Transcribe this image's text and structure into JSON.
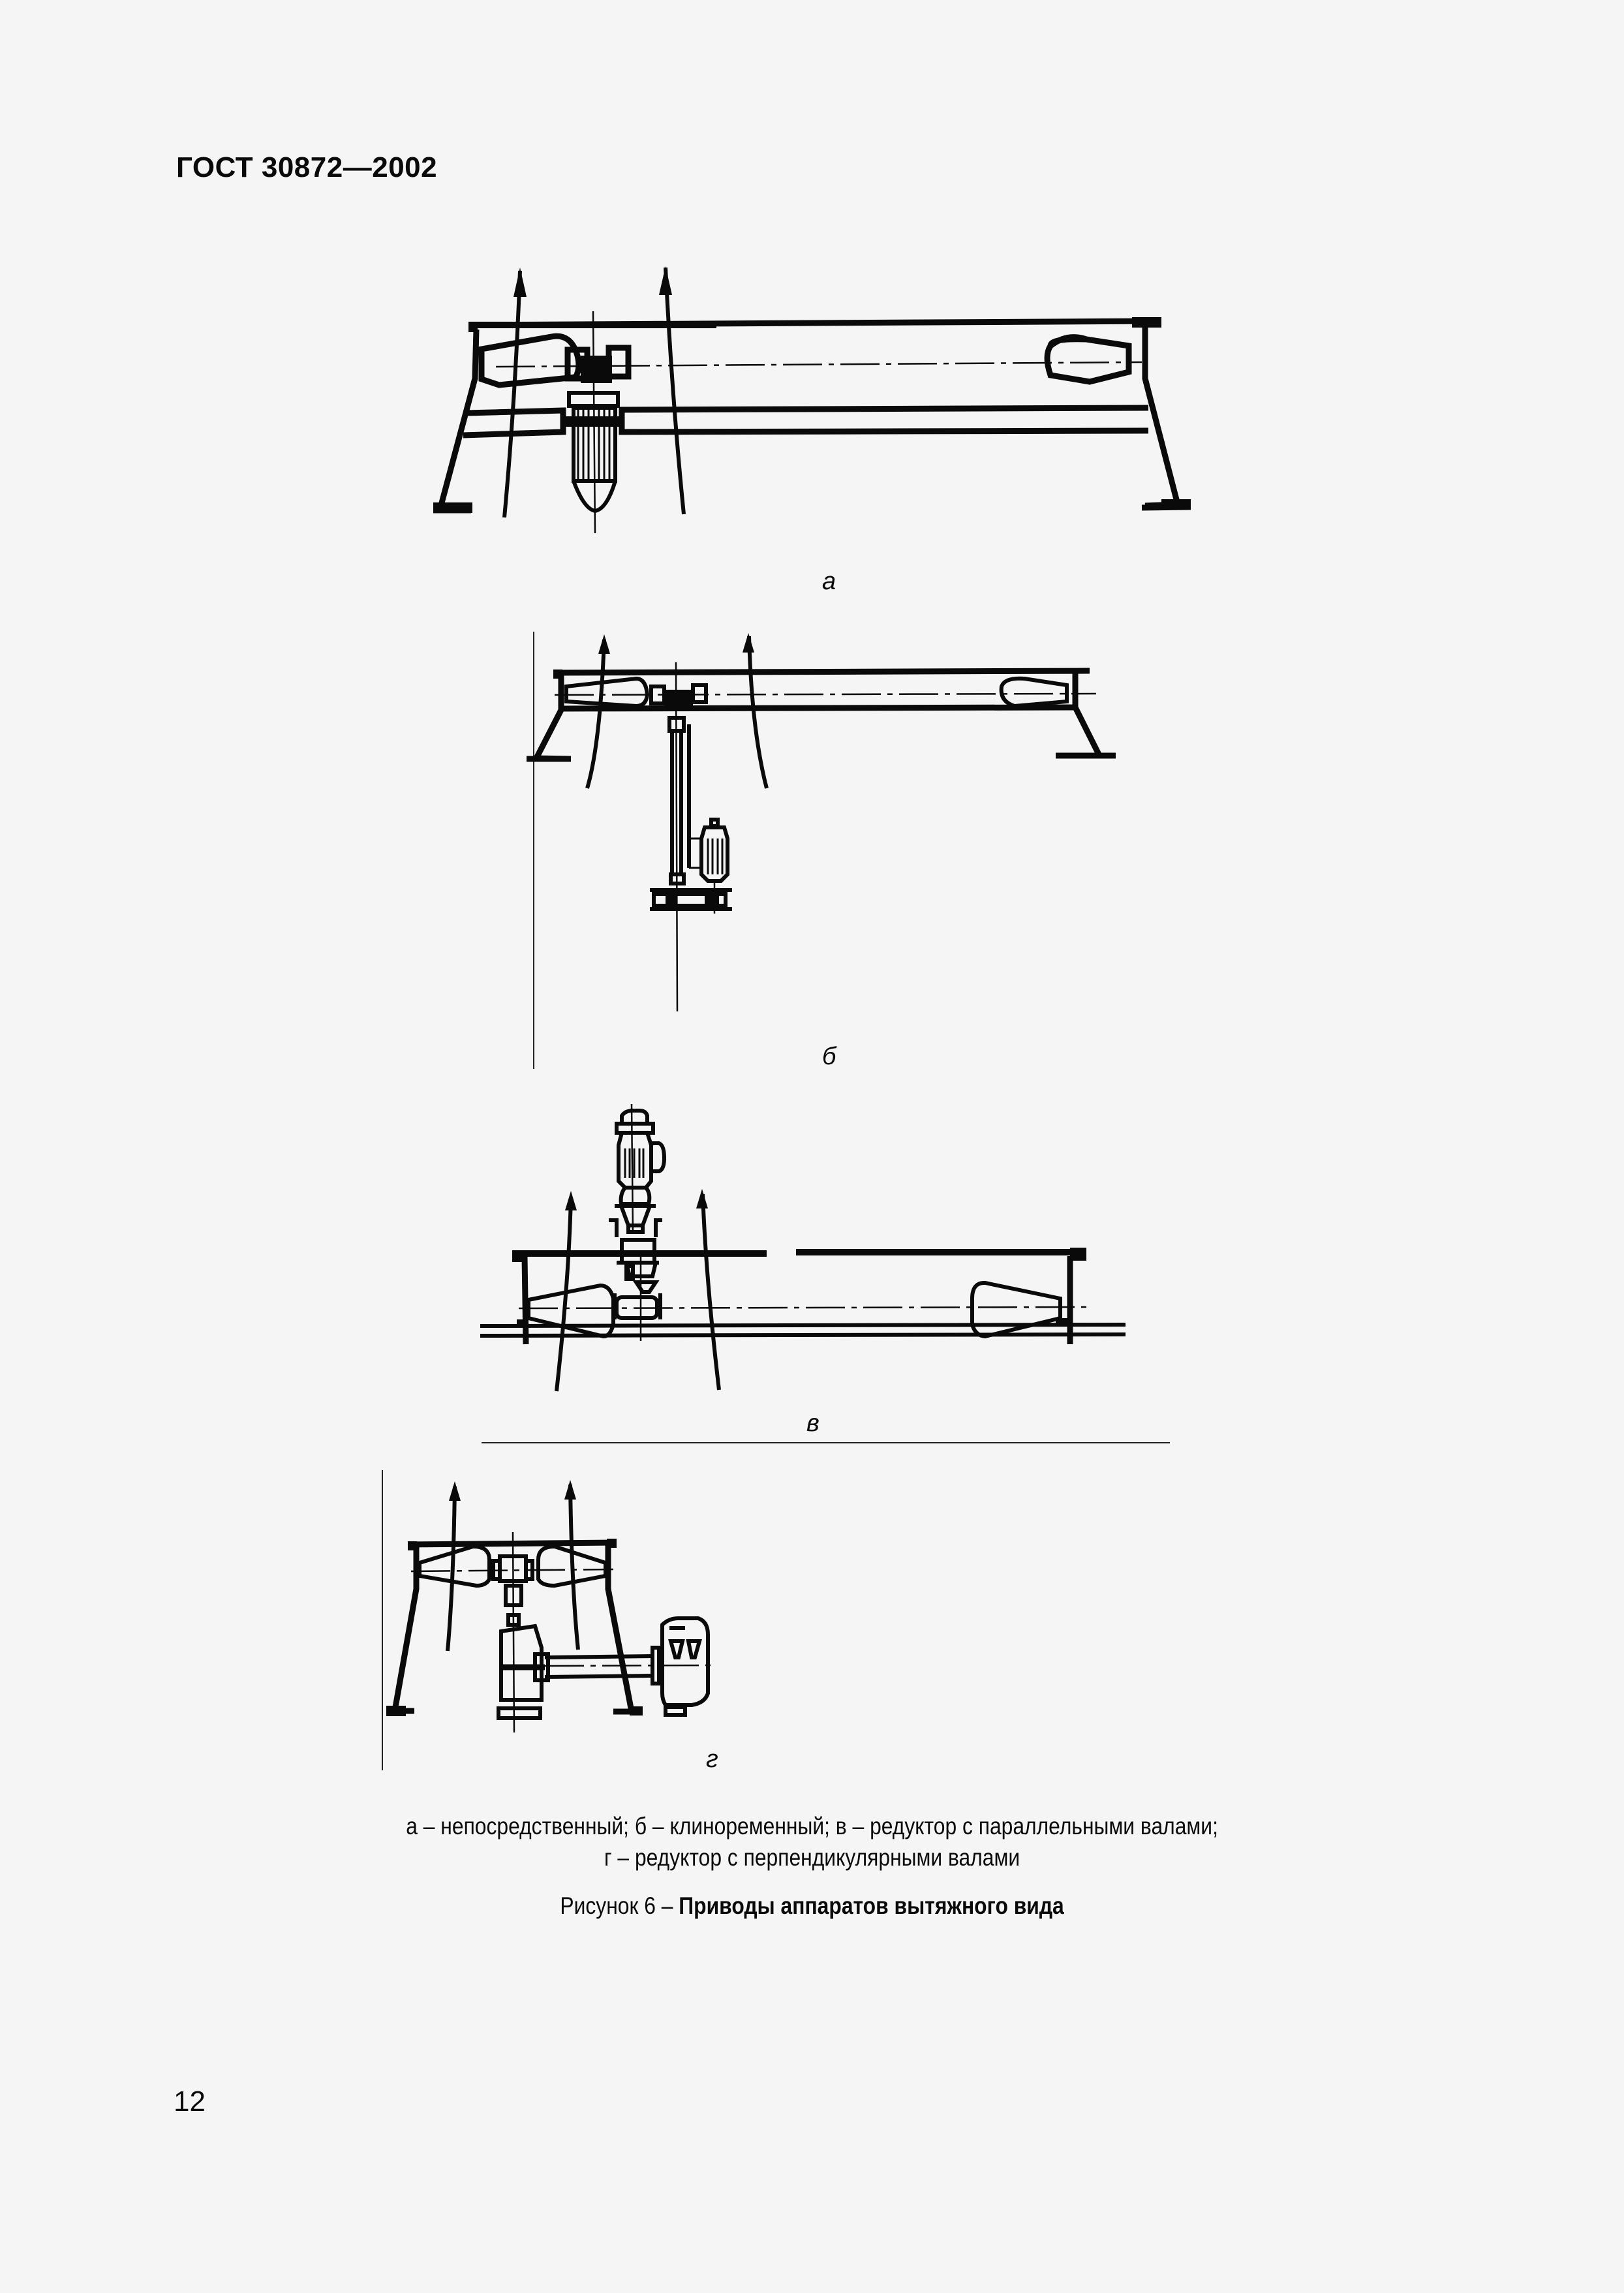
{
  "document": {
    "header": "ГОСТ 30872—2002",
    "page_number": "12"
  },
  "figure": {
    "number_prefix": "Рисунок 6 –",
    "title": "Приводы аппаратов вытяжного вида",
    "subfigures": [
      {
        "label": "а",
        "description": "непосредственный"
      },
      {
        "label": "б",
        "description": "клиноременный"
      },
      {
        "label": "в",
        "description": "редуктор с параллельными валами"
      },
      {
        "label": "г",
        "description": "редуктор с перпендикулярными валами"
      }
    ],
    "legend_line1": "а – непосредственный; б – клиноременный; в – редуктор с параллельными валами;",
    "legend_line2": "г – редуктор с перпендикулярными валами"
  }
}
